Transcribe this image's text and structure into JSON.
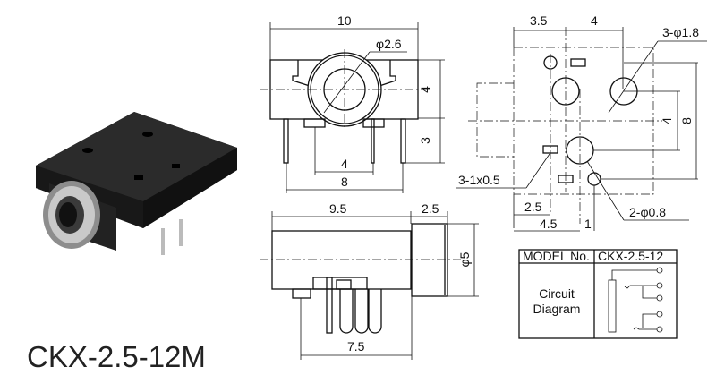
{
  "product_title": "CKX-2.5-12M",
  "front_view": {
    "width": "10",
    "hole_dia": "φ2.6",
    "body_height": "4",
    "pin_length": "3",
    "inner_pin_span": "4",
    "outer_pin_span": "8"
  },
  "top_view": {
    "dim_a": "3.5",
    "dim_b": "4",
    "holes_large": "3-φ1.8",
    "slots": "3-1x0.5",
    "holes_small": "2-φ0.8",
    "dim_c": "2.5",
    "dim_d": "4.5",
    "dim_e": "1",
    "dim_f": "4",
    "dim_g": "8"
  },
  "side_view": {
    "body_length": "9.5",
    "cap_length": "2.5",
    "cap_dia": "φ5",
    "pin_span": "7.5"
  },
  "spec_table": {
    "model_label": "MODEL No.",
    "model_value": "CKX-2.5-12",
    "circuit_label_line1": "Circuit",
    "circuit_label_line2": "Diagram"
  }
}
